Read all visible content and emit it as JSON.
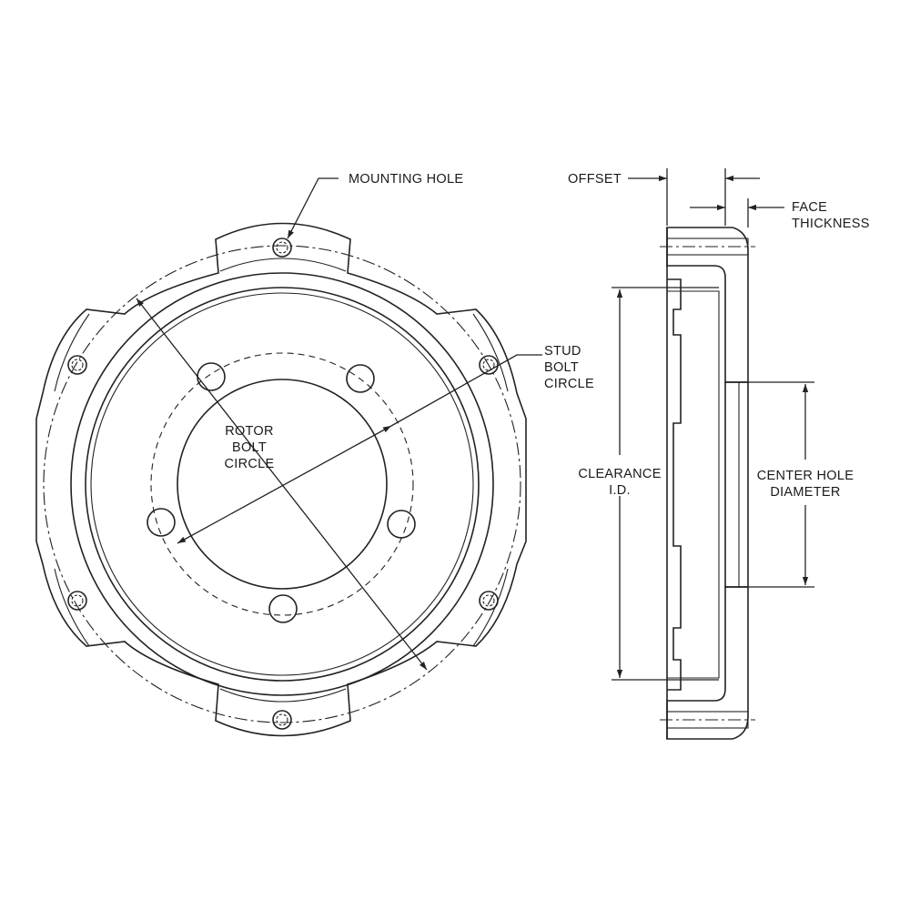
{
  "labels": {
    "mounting_hole": "MOUNTING HOLE",
    "rotor_bolt_circle": [
      "ROTOR",
      "BOLT",
      "CIRCLE"
    ],
    "stud_bolt_circle": [
      "STUD",
      "BOLT",
      "CIRCLE"
    ],
    "offset": "OFFSET",
    "face_thickness": [
      "FACE",
      "THICKNESS"
    ],
    "clearance_id": [
      "CLEARANCE",
      "I.D."
    ],
    "center_hole_diameter": [
      "CENTER HOLE",
      "DIAMETER"
    ]
  },
  "colors": {
    "line": "#222222",
    "background": "#ffffff"
  }
}
